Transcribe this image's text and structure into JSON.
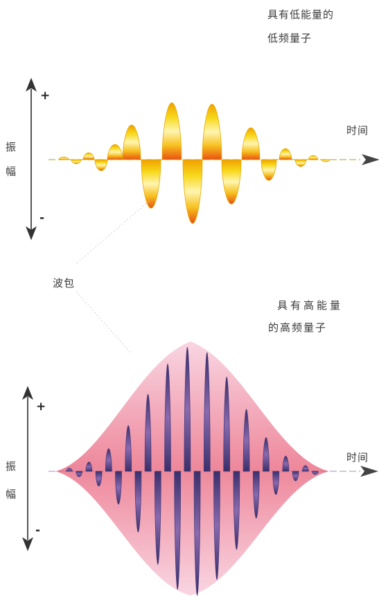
{
  "top": {
    "title_line1": "具有低能量的",
    "title_line2": "低频量子",
    "plus": "+",
    "minus": "-",
    "ylabel_1": "振",
    "ylabel_2": "幅",
    "xlabel": "时间"
  },
  "packet_label": "波包",
  "bottom": {
    "title_line1": "具有高能量",
    "title_line2": "的高频量子",
    "plus": "+",
    "minus": "-",
    "ylabel_1": "振",
    "ylabel_2": "幅",
    "xlabel": "时间"
  },
  "colors": {
    "low_wave_core": "#e8520f",
    "low_wave_edge": "#f7d81a",
    "high_wave_fill": "#f5a0b4",
    "high_wave_line": "#5a4a8a",
    "axis": "#333333"
  }
}
